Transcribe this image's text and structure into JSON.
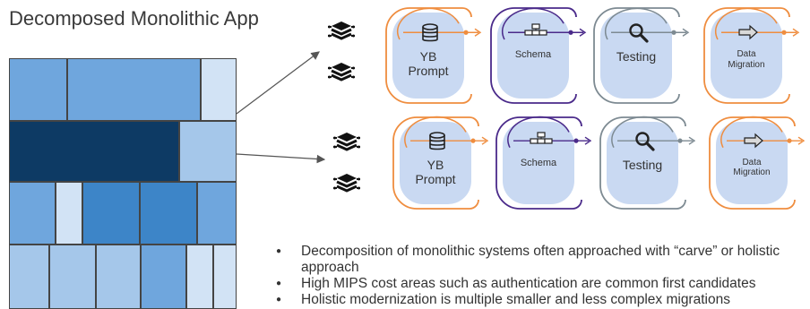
{
  "title": "Decomposed Monolithic App",
  "colors": {
    "orange": "#ef8d3f",
    "purple": "#4a2a8a",
    "gray": "#7d8a92",
    "pill_fill": "#c9d9f2",
    "dark_block": "#0d3a64",
    "mid_block": "#3d85c8",
    "light_block": "#6fa6dd",
    "pale_block": "#a5c7ea",
    "very_pale_block": "#d2e3f5"
  },
  "rows": [
    {
      "steps": [
        {
          "label": "YB\nPrompt",
          "icon": "database-icon",
          "color": "orange",
          "size": "large"
        },
        {
          "label": "Schema",
          "icon": "schema-icon",
          "color": "purple",
          "size": "small"
        },
        {
          "label": "Testing",
          "icon": "magnifier-icon",
          "color": "gray",
          "size": "medium"
        },
        {
          "label": "Data\nMigration",
          "icon": "arrow-right-icon",
          "color": "orange",
          "size": "tiny"
        }
      ]
    },
    {
      "steps": [
        {
          "label": "YB\nPrompt",
          "icon": "database-icon",
          "color": "orange",
          "size": "large"
        },
        {
          "label": "Schema",
          "icon": "schema-icon",
          "color": "purple",
          "size": "small"
        },
        {
          "label": "Testing",
          "icon": "magnifier-icon",
          "color": "gray",
          "size": "medium"
        },
        {
          "label": "Data\nMigration",
          "icon": "arrow-right-icon",
          "color": "orange",
          "size": "tiny"
        }
      ]
    }
  ],
  "bullets": [
    "Decomposition of monolithic systems often approached with “carve” or holistic approach",
    "High MIPS cost areas such as authentication are common first candidates",
    "Holistic modernization is multiple smaller and less complex migrations"
  ]
}
